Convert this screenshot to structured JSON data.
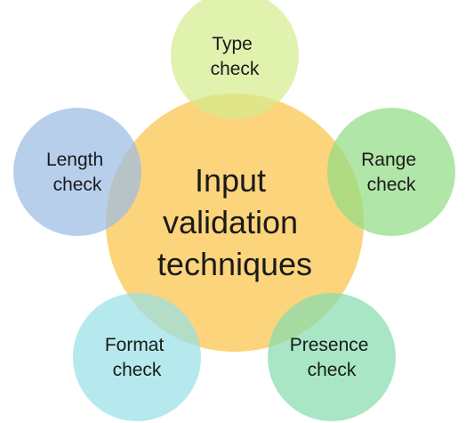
{
  "diagram": {
    "center": {
      "lines": [
        "Input",
        "validation",
        "techniques"
      ],
      "color": "#fccf6e"
    },
    "nodes": [
      {
        "id": "type",
        "lines": [
          "Type",
          "check"
        ],
        "color": "#d5ec8f"
      },
      {
        "id": "range",
        "lines": [
          "Range",
          "check"
        ],
        "color": "#92dc85"
      },
      {
        "id": "presence",
        "lines": [
          "Presence",
          "check"
        ],
        "color": "#86dcae"
      },
      {
        "id": "format",
        "lines": [
          "Format",
          "check"
        ],
        "color": "#99e0e6"
      },
      {
        "id": "length",
        "lines": [
          "Length",
          "check"
        ],
        "color": "#9cbde4"
      }
    ]
  }
}
